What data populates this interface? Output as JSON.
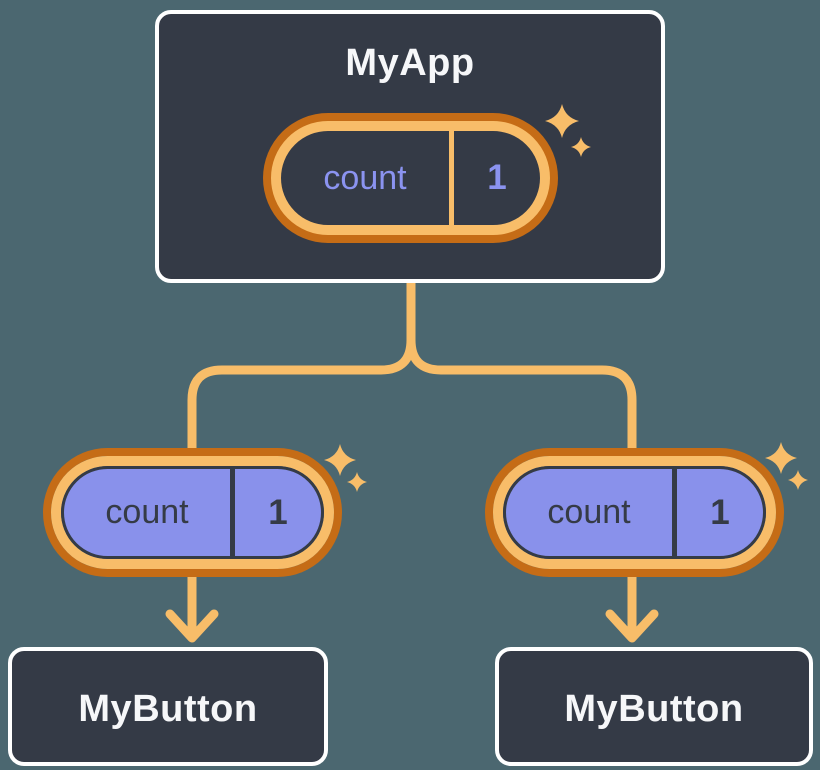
{
  "diagram": {
    "type": "react-component-tree",
    "background_color": "#4B6770",
    "colors": {
      "node_fill": "#343A46",
      "node_border": "#FFFFFF",
      "node_text": "#F6F7F9",
      "ring_outer_orange": "#C56C16",
      "ring_inner_orange": "#F8BD69",
      "connector_line": "#F8BD69",
      "prop_pill_fill": "#8991EB",
      "prop_pill_text": "#353B46",
      "state_pill_text": "#8B93F0",
      "sparkle": "#F8BD69"
    },
    "icons": {
      "sparkle": "four-point-star"
    },
    "tree": {
      "root": {
        "title": "MyApp",
        "state": {
          "label": "count",
          "value": "1"
        }
      },
      "children": [
        {
          "title": "MyButton",
          "prop": {
            "label": "count",
            "value": "1"
          }
        },
        {
          "title": "MyButton",
          "prop": {
            "label": "count",
            "value": "1"
          }
        }
      ]
    }
  }
}
